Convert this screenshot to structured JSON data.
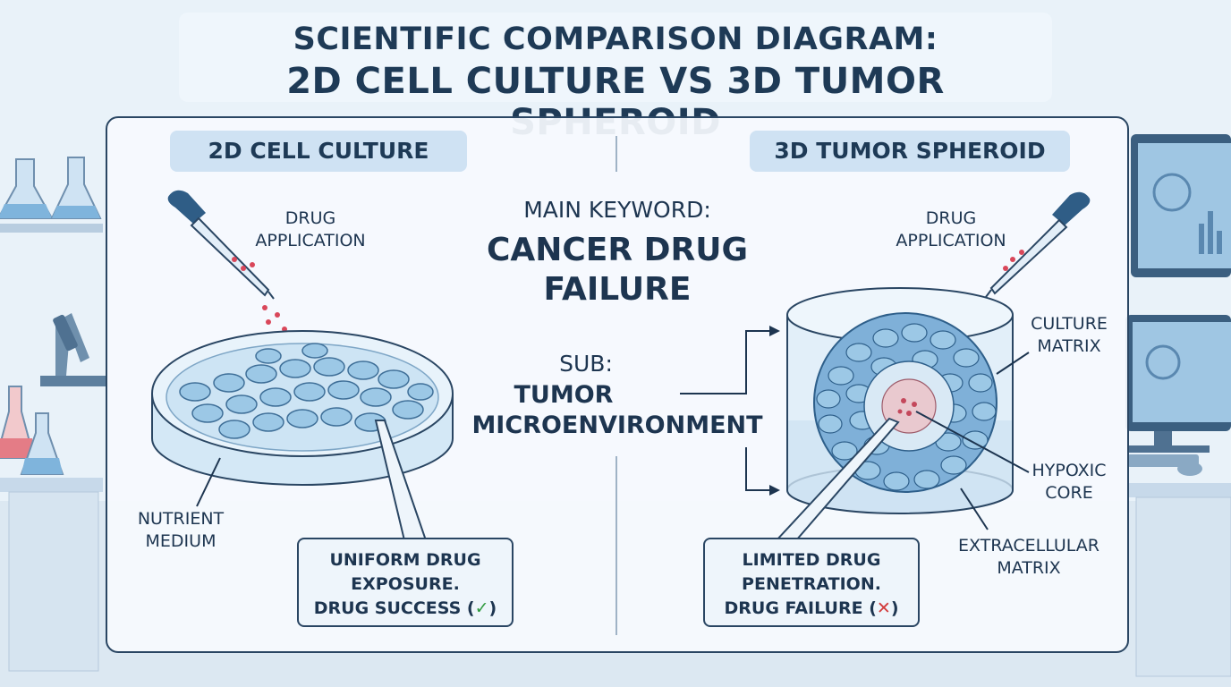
{
  "title": {
    "line1": "SCIENTIFIC COMPARISON DIAGRAM:",
    "line2": "2D CELL CULTURE VS 3D TUMOR SPHEROID"
  },
  "left": {
    "heading": "2D CELL CULTURE",
    "drug_label": [
      "DRUG",
      "APPLICATION"
    ],
    "medium_label": [
      "NUTRIENT",
      "MEDIUM"
    ],
    "callout": {
      "line1": "UNIFORM DRUG",
      "line2": "EXPOSURE.",
      "line3_prefix": "DRUG SUCCESS (",
      "mark": "✓",
      "line3_suffix": ")"
    }
  },
  "center": {
    "main_label": "MAIN KEYWORD:",
    "main_keyword": [
      "CANCER DRUG",
      "FAILURE"
    ],
    "sub_label": "SUB:",
    "sub_keyword": [
      "TUMOR",
      "MICROENVIRONMENT"
    ]
  },
  "right": {
    "heading": "3D TUMOR SPHEROID",
    "drug_label": [
      "DRUG",
      "APPLICATION"
    ],
    "matrix_label": [
      "CULTURE",
      "MATRIX"
    ],
    "hypoxic_label": [
      "HYPOXIC",
      "CORE"
    ],
    "ecm_label": [
      "EXTRACELLULAR",
      "MATRIX"
    ],
    "callout": {
      "line1": "LIMITED DRUG",
      "line2": "PENETRATION.",
      "line3_prefix": "DRUG FAILURE (",
      "mark": "✕",
      "line3_suffix": ")"
    }
  },
  "colors": {
    "outline": "#2a4663",
    "cell_fill": "#9cc8e6",
    "drug_dot": "#d9475a",
    "success": "#2f9a3e",
    "failure": "#d23b3b"
  }
}
